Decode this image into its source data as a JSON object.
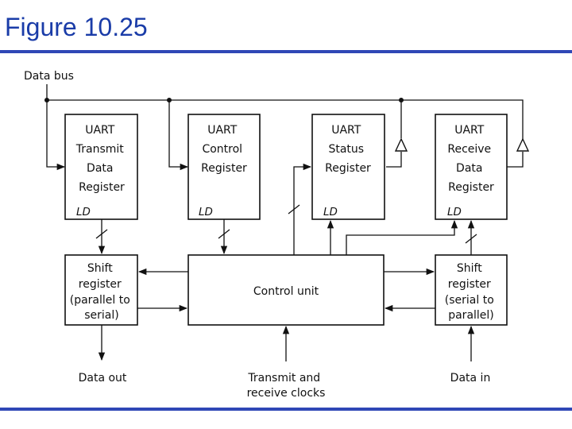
{
  "title": "Figure 10.25",
  "data_bus_label": "Data bus",
  "blocks": {
    "transmit_data_register": [
      "UART",
      "Transmit",
      "Data",
      "Register"
    ],
    "control_register": [
      "UART",
      "Control",
      "Register"
    ],
    "status_register": [
      "UART",
      "Status",
      "Register"
    ],
    "receive_data_register": [
      "UART",
      "Receive",
      "Data",
      "Register"
    ],
    "shift_register_tx": [
      "Shift",
      "register",
      "(parallel to",
      "serial)"
    ],
    "shift_register_rx": [
      "Shift",
      "register",
      "(serial to",
      "parallel)"
    ],
    "control_unit": "Control unit"
  },
  "ld_label": "LD",
  "io_labels": {
    "data_out": "Data out",
    "clocks": [
      "Transmit and",
      "receive clocks"
    ],
    "data_in": "Data in"
  }
}
